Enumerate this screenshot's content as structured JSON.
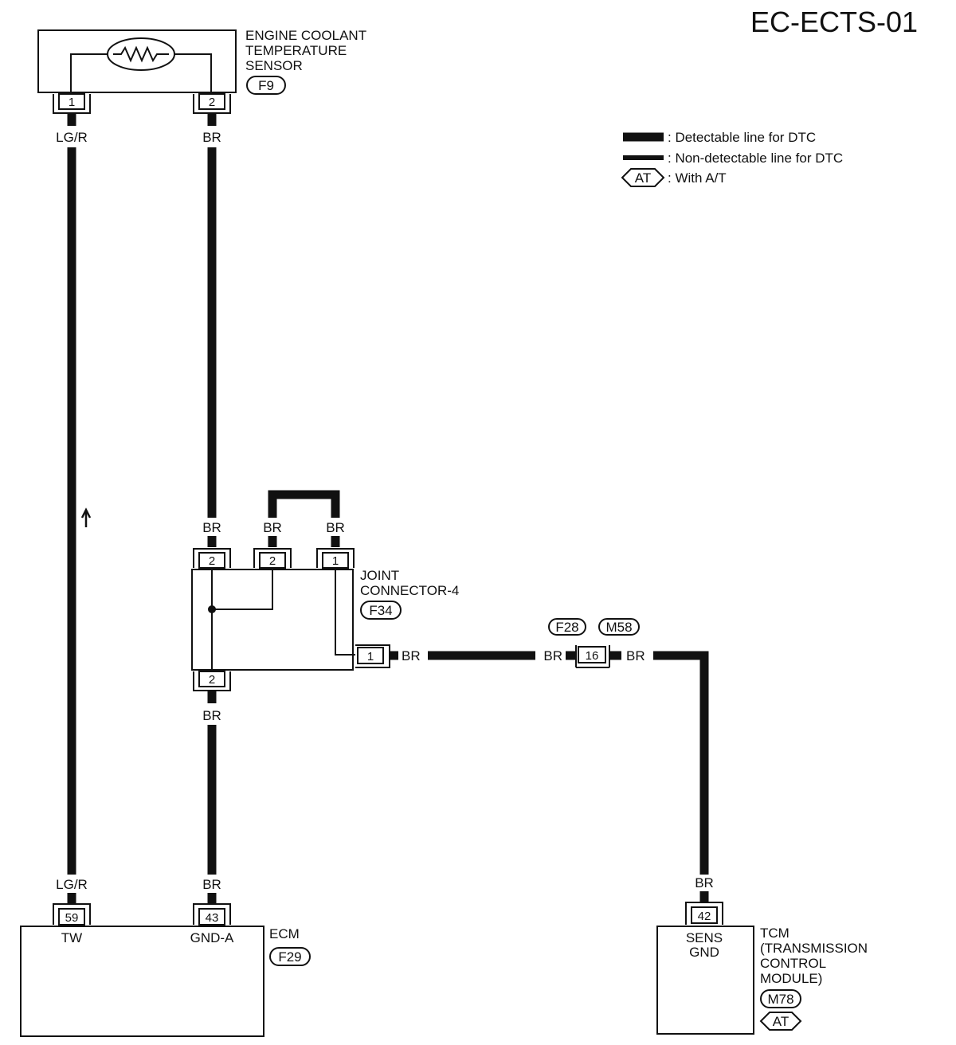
{
  "diagram_id": "EC-ECTS-01",
  "legend": {
    "detectable": ": Detectable line for DTC",
    "non_detectable": ": Non-detectable line for DTC",
    "with_at_tag": "AT",
    "with_at_text": ": With A/T"
  },
  "sensor": {
    "name_line1": "ENGINE COOLANT",
    "name_line2": "TEMPERATURE",
    "name_line3": "SENSOR",
    "connector": "F9",
    "pin1": "1",
    "pin2": "2"
  },
  "wires": {
    "lg_r": "LG/R",
    "br": "BR"
  },
  "joint": {
    "name_line1": "JOINT",
    "name_line2": "CONNECTOR-4",
    "connector": "F34",
    "pin_top_left": "2",
    "pin_top_mid": "2",
    "pin_top_right": "1",
    "pin_right": "1",
    "pin_bottom": "2"
  },
  "inline_connector": {
    "left_id": "F28",
    "right_id": "M58",
    "pin": "16"
  },
  "ecm": {
    "name": "ECM",
    "connector": "F29",
    "pin_tw": "59",
    "label_tw": "TW",
    "pin_gnd": "43",
    "label_gnd": "GND-A"
  },
  "tcm": {
    "name_line1": "TCM",
    "name_line2": "(TRANSMISSION",
    "name_line3": "CONTROL",
    "name_line4": "MODULE)",
    "connector": "M78",
    "at_tag": "AT",
    "pin": "42",
    "label_line1": "SENS",
    "label_line2": "GND"
  }
}
